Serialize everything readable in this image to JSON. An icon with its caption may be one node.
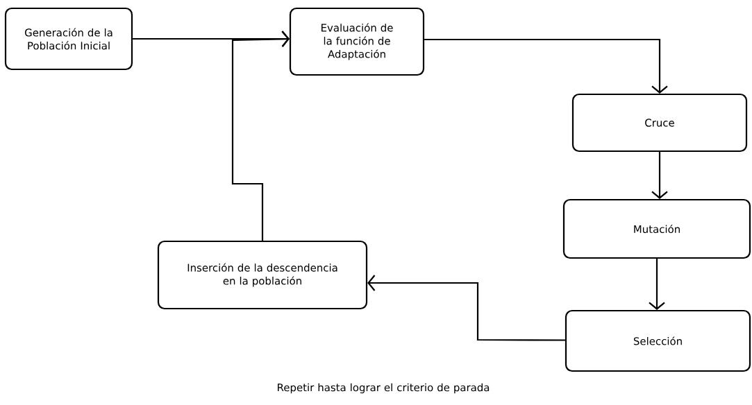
{
  "diagram": {
    "nodes": [
      {
        "text": [
          "Generación de la Población Inicial"
        ]
      },
      {
        "text": [
          "Evaluación de la función de Adaptación"
        ]
      },
      {
        "text": [
          "Cruce"
        ]
      },
      {
        "text": [
          "Mutación"
        ]
      },
      {
        "text": [
          "Selección"
        ]
      },
      {
        "text": [
          "Inserción de la descendencia en la población"
        ]
      }
    ],
    "edges": [
      {
        "from": 0,
        "to": 1,
        "arrow": "to"
      },
      {
        "from": 1,
        "to": 2,
        "arrow": "to"
      },
      {
        "from": 2,
        "to": 3,
        "arrow": "to"
      },
      {
        "from": 3,
        "to": 4,
        "arrow": "to"
      },
      {
        "from": 4,
        "to": 5,
        "arrow": "to"
      },
      {
        "from": 5,
        "to": 1,
        "arrow": "to"
      }
    ],
    "labels": [
      "Repetir hasta lograr el criterio de parada"
    ]
  }
}
